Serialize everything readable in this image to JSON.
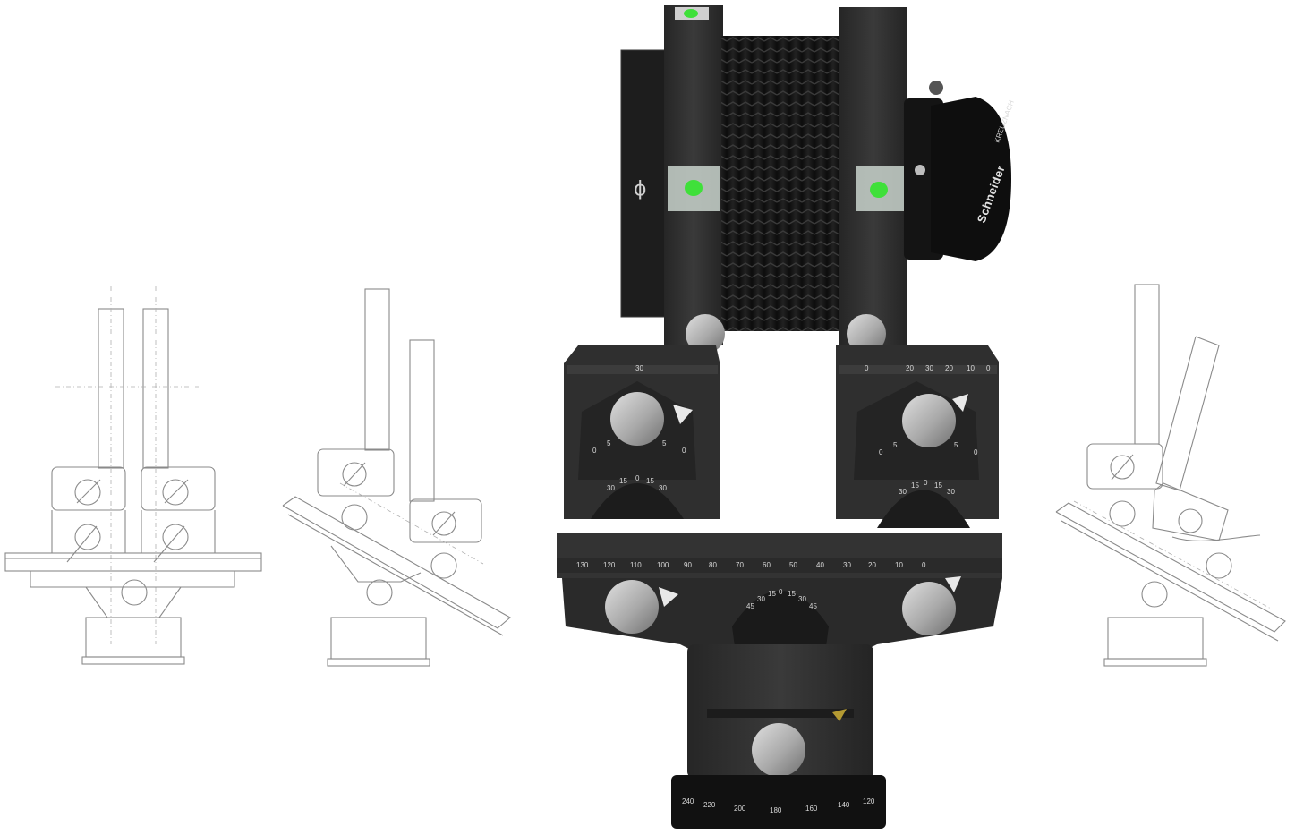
{
  "photo": {
    "brand_label": "Schneider",
    "model_label": "KREUZNACH",
    "symbol": "ϕ",
    "upper_scale_left": [
      "30"
    ],
    "upper_scale_right": [
      "0",
      "20",
      "30",
      "20",
      "10",
      "0"
    ],
    "clamp_scale_left": [
      "0",
      "5",
      "5",
      "0"
    ],
    "clamp_scale_right": [
      "0",
      "5",
      "5",
      "0"
    ],
    "tilt_dial_left": [
      "30",
      "15",
      "0",
      "15",
      "30"
    ],
    "tilt_dial_right": [
      "30",
      "15",
      "0",
      "15",
      "30"
    ],
    "rail_scale": [
      "130",
      "120",
      "110",
      "100",
      "90",
      "80",
      "70",
      "60",
      "50",
      "40",
      "30",
      "20",
      "10",
      "0"
    ],
    "base_dial": [
      "45",
      "30",
      "15",
      "0",
      "15",
      "30",
      "45"
    ],
    "pan_scale": [
      "240",
      "220",
      "200",
      "180",
      "160",
      "140",
      "120"
    ],
    "colors": {
      "body": "#2b2b2b",
      "body_light": "#3c3c3c",
      "knob": "#b9b9b9",
      "bubble_level": "#3fe03a",
      "sketch_line": "#8a8a8a"
    }
  }
}
